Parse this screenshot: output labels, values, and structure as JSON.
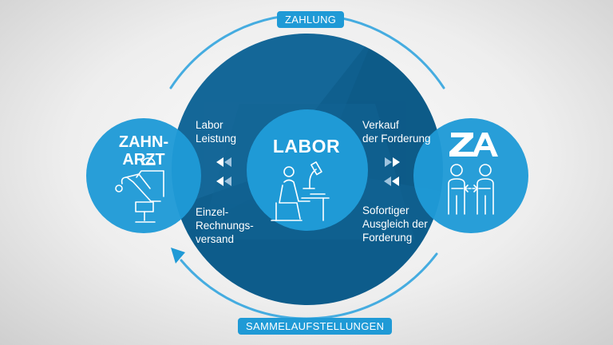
{
  "colors": {
    "dark_blue": "#0f5f8e",
    "light_blue": "#1f9ad6",
    "arc_blue": "#45ace0",
    "white": "#ffffff"
  },
  "badges": {
    "top": "ZAHLUNG",
    "bottom": "SAMMELAUFSTELLUNGEN"
  },
  "nodes": {
    "zahnarzt": {
      "title": "ZAHN-\nARZT",
      "icon": "dentist-chair-icon"
    },
    "labor": {
      "title": "LABOR",
      "icon": "lab-technician-microscope-icon"
    },
    "za": {
      "logo": "ZA",
      "icon": "handshake-people-icon"
    }
  },
  "labels": {
    "left_top": "Labor\nLeistung",
    "left_bottom": "Einzel-\nRechnungs-\nversand",
    "right_top": "Verkauf\nder Forderung",
    "right_bottom": "Sofortiger\nAusgleich der\nForderung"
  }
}
